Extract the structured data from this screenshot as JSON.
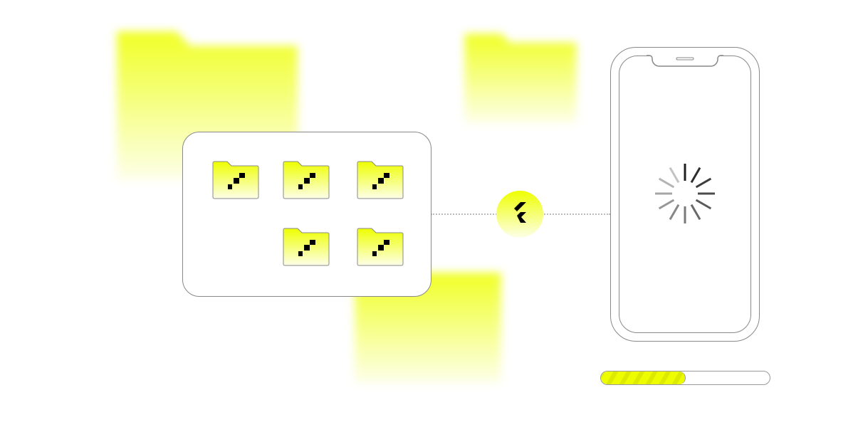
{
  "colors": {
    "accent": "#eeff00",
    "outline": "#888888"
  },
  "icons": {
    "folder": "folder-icon",
    "hub": "flutter-logo-icon",
    "loader": "spinner-icon"
  },
  "folders": [
    {
      "row": 1,
      "col": 1
    },
    {
      "row": 1,
      "col": 2
    },
    {
      "row": 1,
      "col": 3
    },
    {
      "row": 2,
      "col": 2
    },
    {
      "row": 2,
      "col": 3
    }
  ],
  "progress": {
    "value_percent": 50
  }
}
